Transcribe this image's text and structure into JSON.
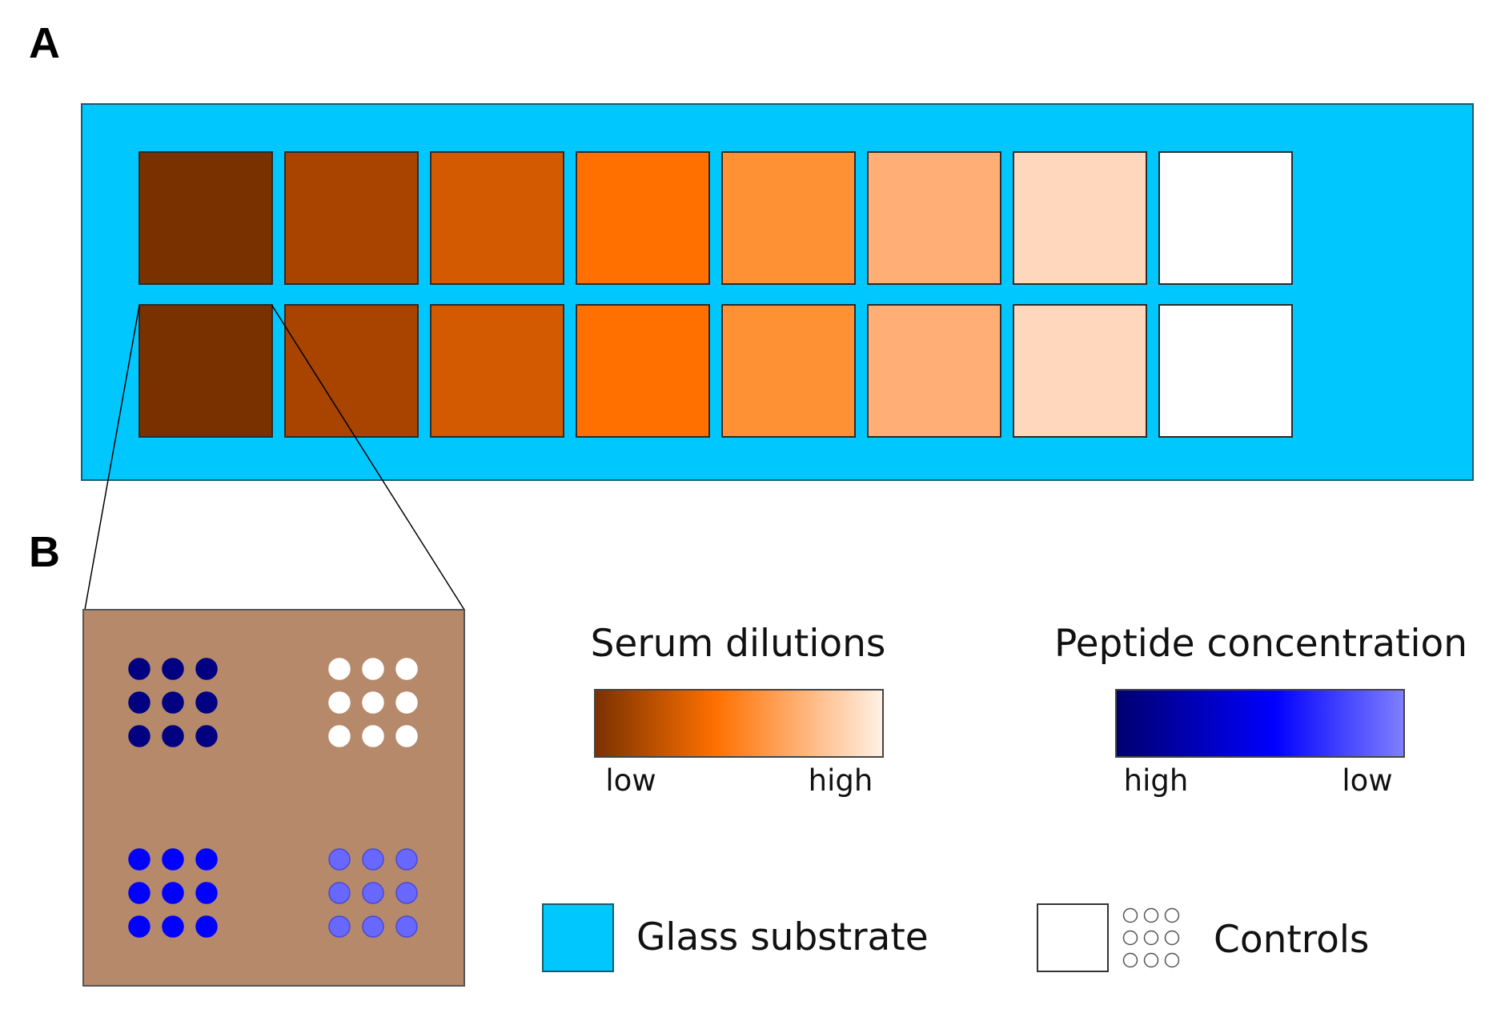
{
  "panels": {
    "a": "A",
    "b": "B"
  },
  "colors": {
    "glass": "#00c8ff",
    "chip_background": "#b5896a",
    "serum_dilutions": [
      "#7a3100",
      "#a84300",
      "#d45a00",
      "#ff7000",
      "#ff9135",
      "#ffae75",
      "#ffd7bd",
      "#ffffff"
    ],
    "peptide_concentrations": [
      "#000080",
      "#0000ff",
      "#6868ff",
      "#ffffff"
    ]
  },
  "legend": {
    "serum": {
      "title": "Serum dilutions",
      "low": "low",
      "high": "high"
    },
    "peptide": {
      "title": "Peptide concentration",
      "high": "high",
      "low": "low"
    },
    "glass_substrate": "Glass substrate",
    "controls": "Controls"
  }
}
